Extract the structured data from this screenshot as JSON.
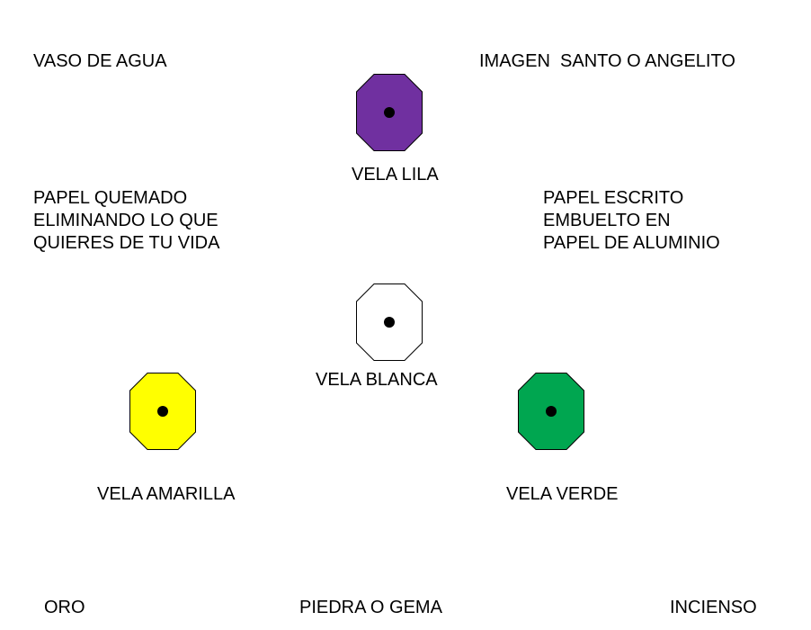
{
  "labels": {
    "vaso": "VASO DE AGUA",
    "imagen": "IMAGEN  SANTO O ANGELITO",
    "vela_lila": "VELA LILA",
    "papel_quemado": [
      "PAPEL QUEMADO",
      "ELIMINANDO LO QUE",
      "QUIERES DE TU VIDA"
    ],
    "papel_escrito": [
      "PAPEL ESCRITO",
      "EMBUELTO EN",
      "PAPEL DE ALUMINIO"
    ],
    "vela_blanca": "VELA BLANCA",
    "vela_amarilla": "VELA AMARILLA",
    "vela_verde": "VELA VERDE",
    "oro": "ORO",
    "piedra": "PIEDRA O GEMA",
    "incienso": "INCIENSO"
  },
  "candles": {
    "lila": {
      "color": "#7030a0",
      "icon": "purple-candle-icon"
    },
    "blanca": {
      "color": "#ffffff",
      "icon": "white-candle-icon"
    },
    "amarilla": {
      "color": "#ffff00",
      "icon": "yellow-candle-icon"
    },
    "verde": {
      "color": "#00a650",
      "icon": "green-candle-icon"
    }
  }
}
